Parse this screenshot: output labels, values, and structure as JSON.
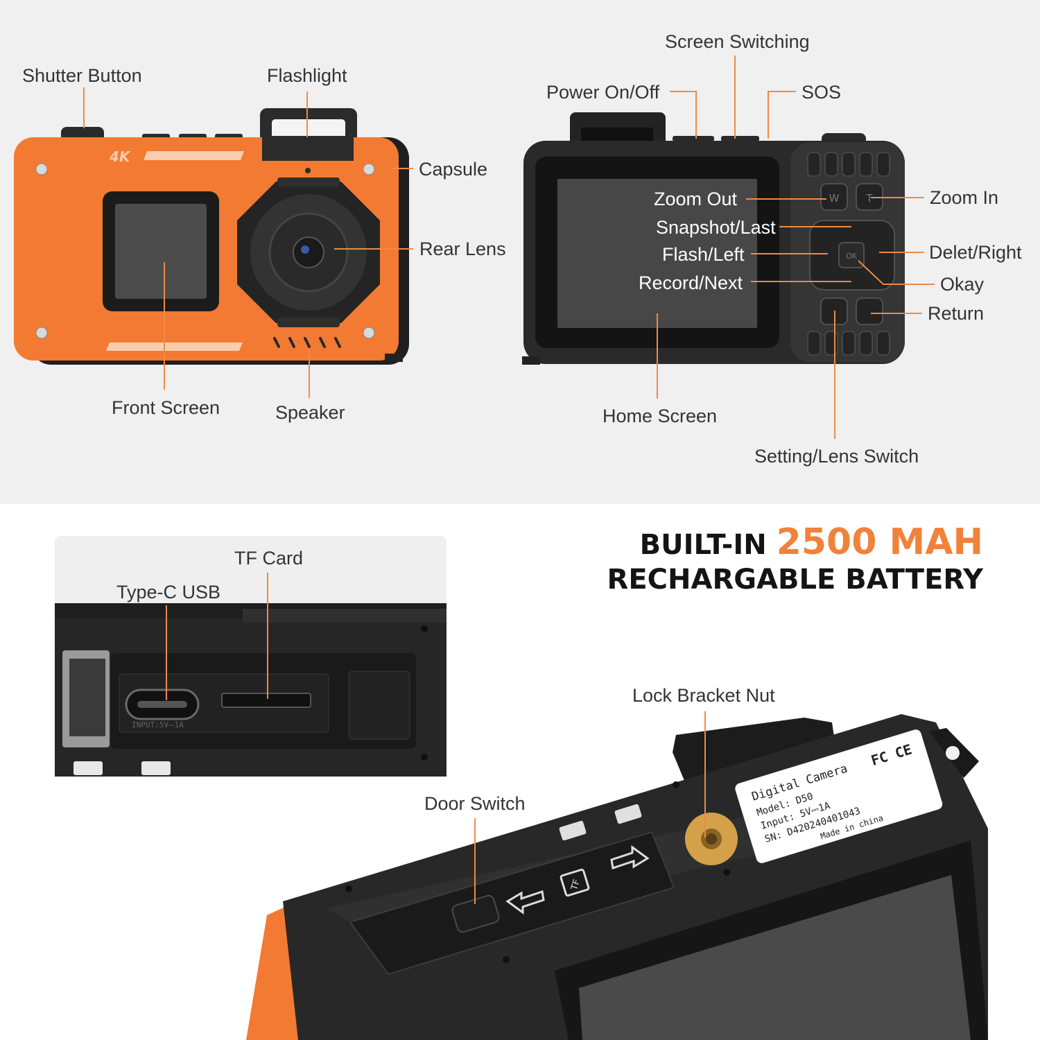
{
  "colors": {
    "accent": "#f0823a",
    "body_orange": "#f37a32",
    "body_black": "#262626",
    "leader": "#ef8a47",
    "panel": "#f0f0f0"
  },
  "front_view": {
    "badge": "4K",
    "labels": {
      "shutter": "Shutter Button",
      "flashlight": "Flashlight",
      "capsule": "Capsule",
      "rear_lens": "Rear Lens",
      "front_screen": "Front Screen",
      "speaker": "Speaker"
    }
  },
  "back_view": {
    "labels": {
      "screen_switching": "Screen Switching",
      "power": "Power On/Off",
      "sos": "SOS",
      "zoom_out": "Zoom Out",
      "snapshot": "Snapshot/Last",
      "flash": "Flash/Left",
      "record": "Record/Next",
      "zoom_in": "Zoom In",
      "delete": "Delet/Right",
      "okay": "Okay",
      "return": "Return",
      "home_screen": "Home Screen",
      "setting": "Setting/Lens Switch"
    },
    "buttons": {
      "w": "W",
      "t": "T",
      "ok": "OK"
    }
  },
  "ports": {
    "labels": {
      "tf_card": "TF Card",
      "type_c": "Type-C USB"
    },
    "port_marking": "INPUT:5V⎓1A"
  },
  "headline": {
    "prefix": "BUILT-IN ",
    "capacity": "2500 MAH",
    "line2": "RECHARGABLE BATTERY"
  },
  "bottom_view": {
    "labels": {
      "lock_nut": "Lock Bracket Nut",
      "door_switch": "Door Switch"
    },
    "sticker": {
      "title": "Digital Camera",
      "model": "Model:  D50",
      "input": "Input:  5V⎓1A",
      "sn": "SN: D420240401043",
      "made": "Made in china",
      "marks": "FC  CE"
    },
    "tf_symbol": "TF"
  }
}
